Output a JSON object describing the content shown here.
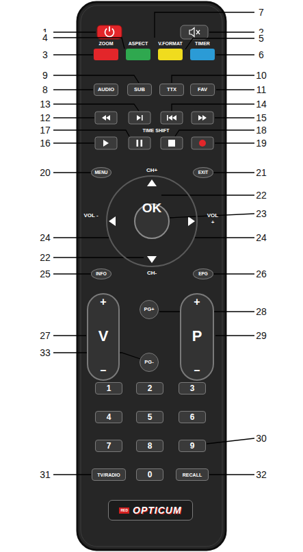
{
  "diagram": {
    "nodes": [
      {
        "text": [
          "ZOOM"
        ]
      },
      {
        "text": [
          "ASPECT"
        ]
      },
      {
        "text": [
          "V.FORMAT"
        ]
      },
      {
        "text": [
          "TIMER"
        ]
      },
      {
        "text": [
          "AUDIO"
        ]
      },
      {
        "text": [
          "SUB"
        ]
      },
      {
        "text": [
          "TTX"
        ]
      },
      {
        "text": [
          "FAV"
        ]
      },
      {
        "text": [
          "MENU"
        ]
      },
      {
        "text": [
          "EXIT"
        ]
      },
      {
        "text": [
          "CH+",
          "VOL -",
          "VOL +",
          "CH-"
        ]
      },
      {
        "text": [
          "OK"
        ],
        "in": 10
      },
      {
        "text": [
          "INFO"
        ]
      },
      {
        "text": [
          "EPG"
        ]
      },
      {
        "text": [
          "+",
          "V",
          "–"
        ]
      },
      {
        "text": [
          "PG+"
        ]
      },
      {
        "text": [
          "+",
          "P",
          "–"
        ]
      },
      {
        "text": [
          "PG-"
        ]
      },
      {
        "text": [
          "1"
        ]
      },
      {
        "text": [
          "2"
        ]
      },
      {
        "text": [
          "3"
        ]
      },
      {
        "text": [
          "4"
        ]
      },
      {
        "text": [
          "5"
        ]
      },
      {
        "text": [
          "6"
        ]
      },
      {
        "text": [
          "7"
        ]
      },
      {
        "text": [
          "8"
        ]
      },
      {
        "text": [
          "9"
        ]
      },
      {
        "text": [
          "TV/RADIO"
        ]
      },
      {
        "text": [
          "0"
        ]
      },
      {
        "text": [
          "RECALL"
        ]
      },
      {
        "text": [
          "RED",
          "OPTICUM"
        ]
      }
    ],
    "labels": [
      "1",
      "2",
      "7",
      "4",
      "5",
      "3",
      "6",
      "9",
      "10",
      "8",
      "11",
      "13",
      "14",
      "12",
      "15",
      "17",
      "TIME SHIFT",
      "18",
      "16",
      "19",
      "20",
      "21",
      "22",
      "23",
      "24",
      "24",
      "22",
      "25",
      "26",
      "28",
      "27",
      "29",
      "33",
      "30",
      "31",
      "32"
    ]
  }
}
